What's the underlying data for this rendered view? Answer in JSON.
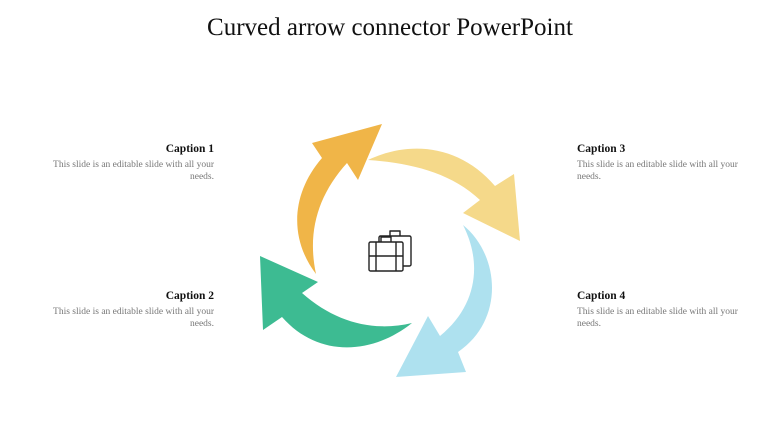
{
  "title": "Curved arrow connector PowerPoint",
  "captions": [
    {
      "heading": "Caption 1",
      "body": "This slide is an editable slide with all your needs."
    },
    {
      "heading": "Caption 2",
      "body": "This slide is an editable slide with all your needs."
    },
    {
      "heading": "Caption 3",
      "body": "This slide is an editable slide with all your needs."
    },
    {
      "heading": "Caption 4",
      "body": "This slide is an editable slide with all your needs."
    }
  ],
  "arrows": [
    {
      "name": "orange",
      "color": "#F0B548"
    },
    {
      "name": "yellow",
      "color": "#F5D98A"
    },
    {
      "name": "blue",
      "color": "#AEE1EF"
    },
    {
      "name": "green",
      "color": "#3DBB92"
    }
  ],
  "center_icon": "briefcase-icon"
}
